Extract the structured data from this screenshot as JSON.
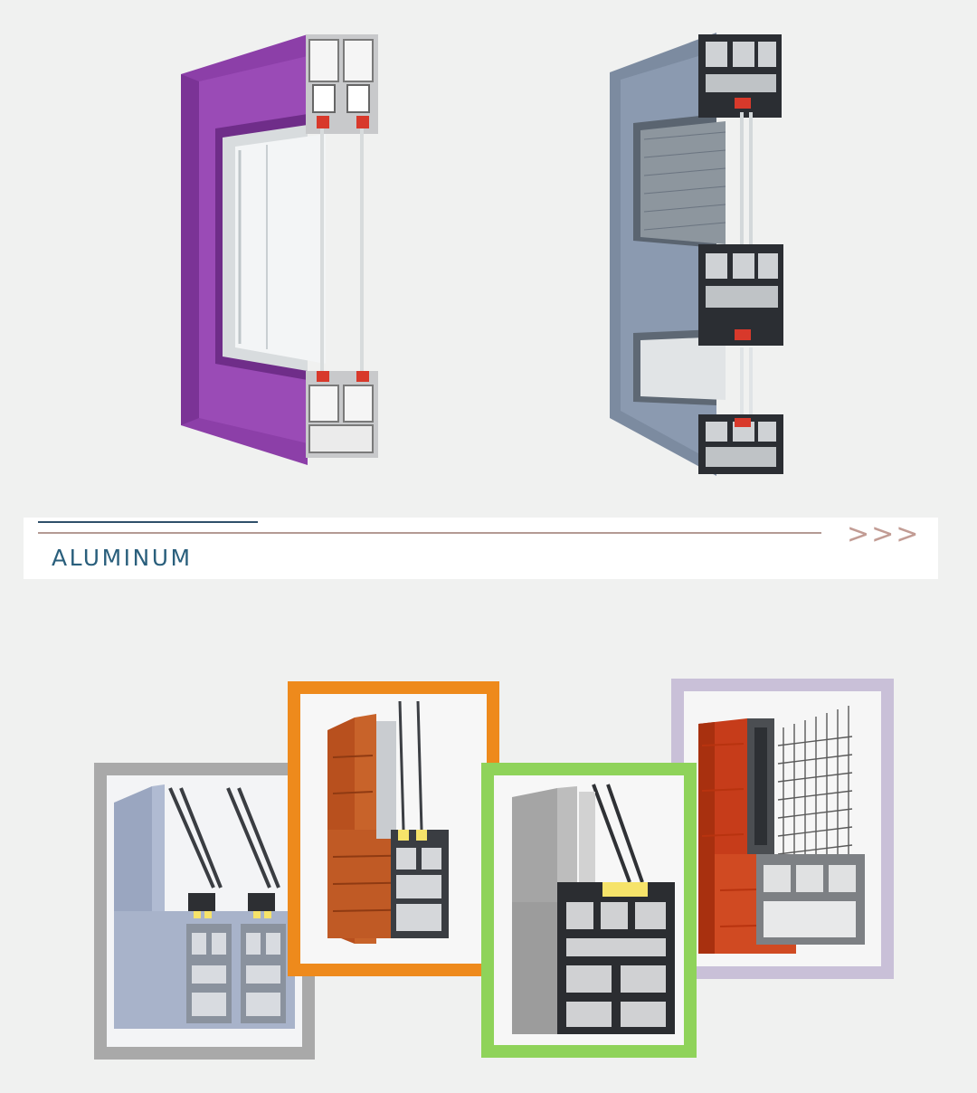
{
  "banner": {
    "title": "ALUMINUM",
    "chevrons": ">>>",
    "colors": {
      "rule_top": "#2f4f6a",
      "rule_long": "#b49a94",
      "title": "#2a5f7c"
    }
  },
  "profiles": [
    {
      "name": "purple-window-profile",
      "color": "#8a3fa6"
    },
    {
      "name": "grey-blue-window-profile",
      "color": "#7f8ea2"
    }
  ],
  "cards": [
    {
      "name": "card-gray",
      "frame_color": "#a9a9a9",
      "profile_color": "#9aa6c0"
    },
    {
      "name": "card-orange",
      "frame_color": "#ee8a1c",
      "profile_color": "#b8501e"
    },
    {
      "name": "card-green",
      "frame_color": "#8fd35a",
      "profile_color": "#a5a5a5"
    },
    {
      "name": "card-lavender",
      "frame_color": "#c9c0d8",
      "profile_color": "#c63c1a"
    }
  ]
}
